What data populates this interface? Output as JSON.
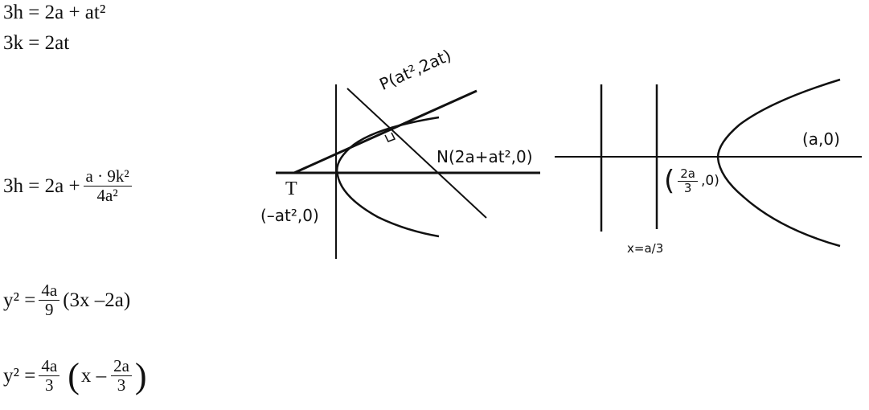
{
  "equations": {
    "e1": "3h = 2a + at²",
    "e2": "3k = 2at",
    "e3_lhs": "3h = 2a +",
    "e3_num": "a · 9k²",
    "e3_den": "4a²",
    "e4_lhs": "y² =",
    "e4_num": "4a",
    "e4_den": "9",
    "e4_rhs": "(3x –2a)",
    "e5_lhs": "y² =",
    "e5_num": "4a",
    "e5_den": "3",
    "e5_open": "(",
    "e5_x": "x –",
    "e5_inum": "2a",
    "e5_iden": "3",
    "e5_close": ")"
  },
  "diagram1": {
    "P": "P(at²,2at)",
    "N": "N(2a+at²,0)",
    "T": "T",
    "T_coord": "(–at²,0)"
  },
  "diagram2": {
    "focus": "(a,0)",
    "vertex_open": "(",
    "vertex_num": "2a",
    "vertex_den": "3",
    "vertex_rest": ",0)",
    "directrix": "x=a/3"
  }
}
